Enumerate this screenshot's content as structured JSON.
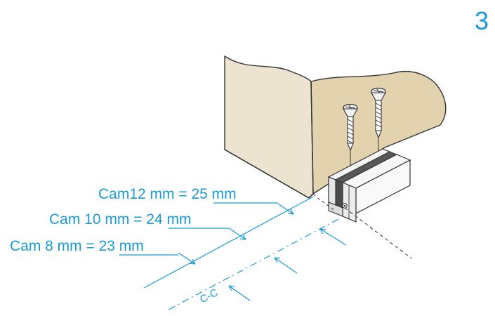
{
  "step_number": "3",
  "dimensions": [
    {
      "prefix": "Cam12 mm = ",
      "value": "25 mm"
    },
    {
      "prefix": "Cam 10 mm = ",
      "value": "24 mm"
    },
    {
      "prefix": "Cam 8 mm = ",
      "value": "23 mm"
    }
  ],
  "centerline_label": "C-C",
  "colors": {
    "accent": "#1a9ad6",
    "wall_front": "#ece3d1",
    "wall_side": "#e3d2ae",
    "outline": "#333333",
    "metal": "#f4f4f4",
    "gasket": "#585858"
  }
}
